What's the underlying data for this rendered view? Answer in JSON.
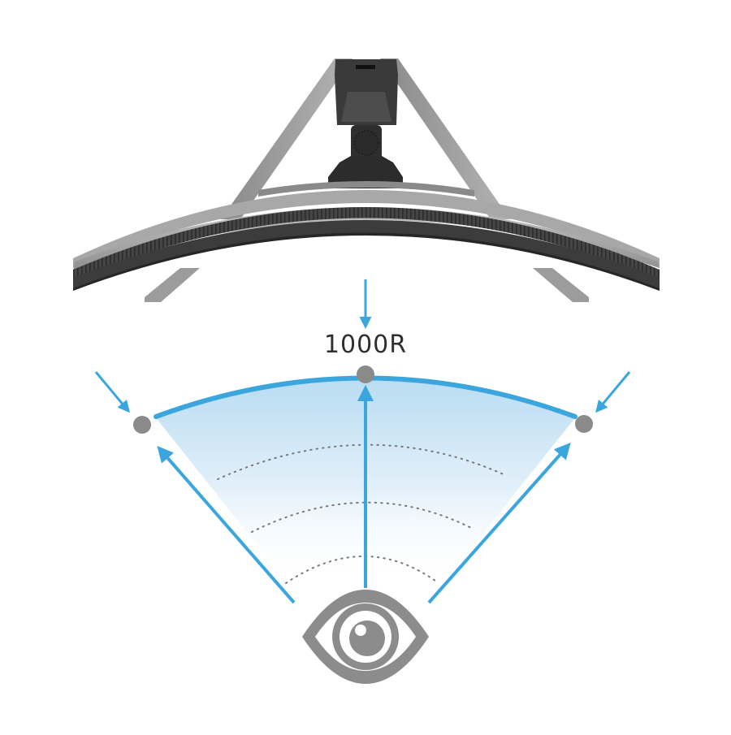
{
  "diagram": {
    "title": "Curved monitor 1000R viewing geometry",
    "curvature_label": "1000R",
    "colors": {
      "accent_blue": "#3aa6dd",
      "fan_gradient_top": "#b9dcf2",
      "fan_gradient_bottom": "#ffffff",
      "point_gray": "#8a8a8a",
      "eye_gray": "#8c8c8c",
      "monitor_top": "#a9a9a9",
      "monitor_bezel": "#3e3e3e",
      "stand_dark": "#2b2b2b",
      "stand_legs": "#9a9a9a",
      "dotted_arcs": "#777777"
    },
    "elements": {
      "monitor": "curved monitor (top view)",
      "stand": "monitor stand with V legs",
      "screen_arc": "1000R curvature arc",
      "focus_points": [
        "left edge point",
        "center point",
        "right edge point"
      ],
      "sight_lines": [
        "left sight line",
        "center sight line",
        "right sight line"
      ],
      "distance_arcs": 3,
      "viewer": "eye icon"
    }
  }
}
